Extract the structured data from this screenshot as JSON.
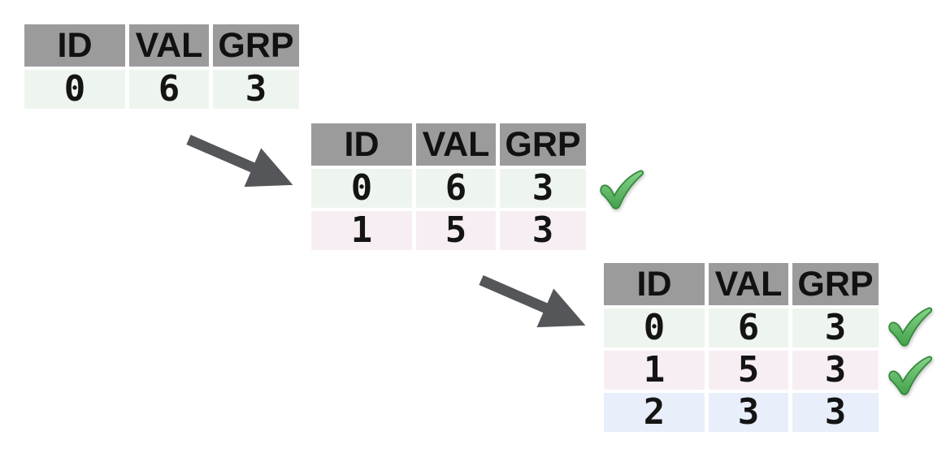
{
  "colors": {
    "background": "#ffffff",
    "header_bg": "#9b9b9b",
    "text": "#141414",
    "row_green": "#eef5ee",
    "row_pink": "#f7eef4",
    "row_blue": "#e8eefa",
    "arrow_gray": "#545659",
    "check_green": "#4aa551"
  },
  "icons": {
    "checkmark": "green heavy check mark (✔)",
    "arrow": "thick dark-gray diagonal arrow pointing down-right (➘)"
  },
  "tables": [
    {
      "name": "step-1",
      "columns": [
        "ID",
        "VAL",
        "GRP"
      ],
      "rows": [
        {
          "cells": [
            "0",
            "6",
            "3"
          ],
          "checked": false
        }
      ]
    },
    {
      "name": "step-2",
      "columns": [
        "ID",
        "VAL",
        "GRP"
      ],
      "rows": [
        {
          "cells": [
            "0",
            "6",
            "3"
          ],
          "checked": true
        },
        {
          "cells": [
            "1",
            "5",
            "3"
          ],
          "checked": false
        }
      ]
    },
    {
      "name": "step-3",
      "columns": [
        "ID",
        "VAL",
        "GRP"
      ],
      "rows": [
        {
          "cells": [
            "0",
            "6",
            "3"
          ],
          "checked": true
        },
        {
          "cells": [
            "1",
            "5",
            "3"
          ],
          "checked": true
        },
        {
          "cells": [
            "2",
            "3",
            "3"
          ],
          "checked": false
        }
      ]
    }
  ]
}
